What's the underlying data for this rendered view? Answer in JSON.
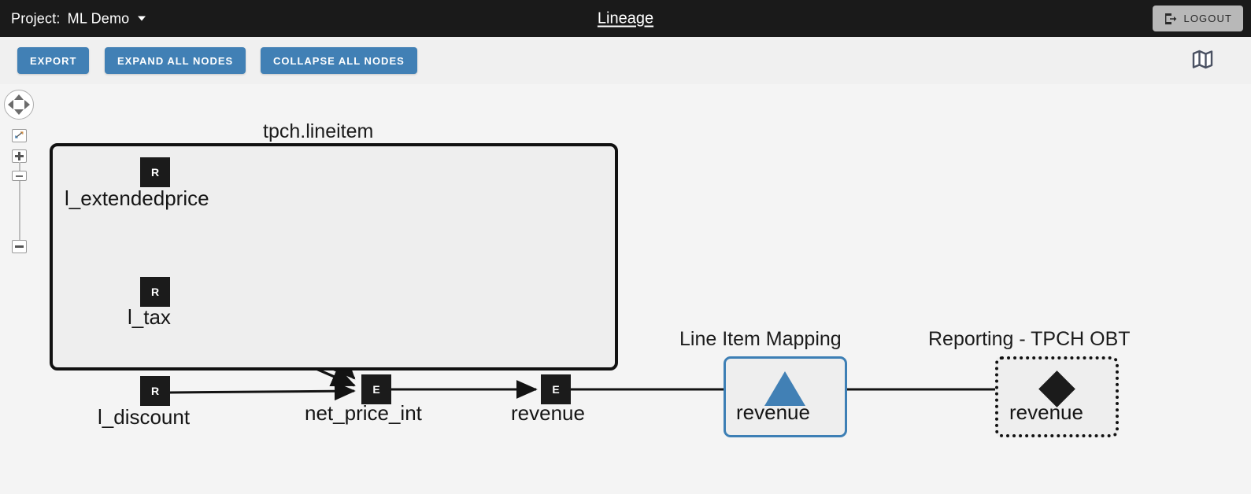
{
  "header": {
    "project_prefix": "Project:",
    "project_name": "ML Demo",
    "project_caret_icon": "chevron-down-icon",
    "title": "Lineage",
    "logout_label": "LOGOUT",
    "logout_icon": "logout-arrow-icon",
    "background_color": "#1a1a1a"
  },
  "toolbar": {
    "export_label": "EXPORT",
    "expand_label": "EXPAND ALL NODES",
    "collapse_label": "COLLAPSE ALL NODES",
    "map_icon": "map-icon",
    "button_color": "#4180b5"
  },
  "navcontrol": {
    "pan_icon": "pan-compass-icon",
    "fit_icon": "fit-to-screen-icon",
    "zoom_in_icon": "plus-icon",
    "zoom_out_icon": "minus-icon",
    "slider_icon": "zoom-slider-handle"
  },
  "graph": {
    "groups": [
      {
        "id": "tpch-lineitem",
        "title": "tpch.lineitem",
        "style": "solid-black",
        "border_color": "#111111"
      },
      {
        "id": "line-item-mapping",
        "title": "Line Item Mapping",
        "style": "solid-blue",
        "border_color": "#3d7fb5"
      },
      {
        "id": "reporting-tpch-obt",
        "title": "Reporting - TPCH OBT",
        "style": "dotted-black",
        "border_color": "#111111"
      }
    ],
    "nodes": [
      {
        "id": "l_extendedprice",
        "label": "l_extendedprice",
        "badge": "R",
        "shape": "square",
        "group": "tpch-lineitem"
      },
      {
        "id": "l_tax",
        "label": "l_tax",
        "badge": "R",
        "shape": "square",
        "group": "tpch-lineitem"
      },
      {
        "id": "l_discount",
        "label": "l_discount",
        "badge": "R",
        "shape": "square",
        "group": "tpch-lineitem"
      },
      {
        "id": "net_price_int",
        "label": "net_price_int",
        "badge": "E",
        "shape": "square",
        "group": "tpch-lineitem"
      },
      {
        "id": "revenue_lineitem",
        "label": "revenue",
        "badge": "E",
        "shape": "square",
        "group": "tpch-lineitem"
      },
      {
        "id": "revenue_mapping",
        "label": "revenue",
        "badge": "",
        "shape": "triangle",
        "group": "line-item-mapping"
      },
      {
        "id": "revenue_report",
        "label": "revenue",
        "badge": "",
        "shape": "diamond",
        "group": "reporting-tpch-obt"
      }
    ],
    "edges": [
      {
        "from": "l_extendedprice",
        "to": "net_price_int"
      },
      {
        "from": "l_tax",
        "to": "net_price_int"
      },
      {
        "from": "l_discount",
        "to": "net_price_int"
      },
      {
        "from": "net_price_int",
        "to": "revenue_lineitem"
      },
      {
        "from": "revenue_lineitem",
        "to": "revenue_mapping"
      },
      {
        "from": "revenue_mapping",
        "to": "revenue_report"
      }
    ]
  }
}
